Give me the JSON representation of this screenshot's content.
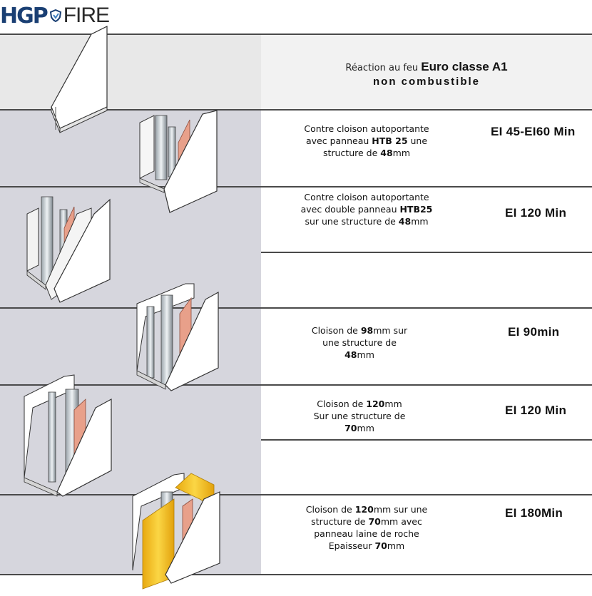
{
  "logo": {
    "brand_left": "HGP",
    "brand_right": "FIRE"
  },
  "header": {
    "prefix": "Réaction au feu ",
    "classe": "Euro classe A1",
    "sub": "non combustible"
  },
  "rows": [
    {
      "parts": [
        {
          "t": "Contre cloison autoportante",
          "b": false
        },
        {
          "br": true
        },
        {
          "t": "avec panneau ",
          "b": false
        },
        {
          "t": "HTB 25",
          "b": true
        },
        {
          "t": " une",
          "b": false
        },
        {
          "br": true
        },
        {
          "t": "structure de ",
          "b": false
        },
        {
          "t": "48",
          "b": true
        },
        {
          "t": "mm",
          "b": false
        }
      ],
      "rating": "EI 45-EI60 Min"
    },
    {
      "parts": [
        {
          "t": "Contre cloison autoportante",
          "b": false
        },
        {
          "br": true
        },
        {
          "t": "avec double panneau ",
          "b": false
        },
        {
          "t": "HTB25",
          "b": true
        },
        {
          "br": true
        },
        {
          "t": "sur une structure de ",
          "b": false
        },
        {
          "t": "48",
          "b": true
        },
        {
          "t": "mm",
          "b": false
        }
      ],
      "rating": "EI 120 Min"
    },
    {
      "parts": [
        {
          "t": "Cloison de ",
          "b": false
        },
        {
          "t": "98",
          "b": true
        },
        {
          "t": "mm sur",
          "b": false
        },
        {
          "br": true
        },
        {
          "t": "une structure de",
          "b": false
        },
        {
          "br": true
        },
        {
          "t": "48",
          "b": true
        },
        {
          "t": "mm",
          "b": false
        }
      ],
      "rating": "EI 90min"
    },
    {
      "parts": [
        {
          "t": "Cloison de ",
          "b": false
        },
        {
          "t": "120",
          "b": true
        },
        {
          "t": "mm",
          "b": false
        },
        {
          "br": true
        },
        {
          "t": "Sur une structure de",
          "b": false
        },
        {
          "br": true
        },
        {
          "t": "70",
          "b": true
        },
        {
          "t": "mm",
          "b": false
        }
      ],
      "rating": "EI 120 Min"
    },
    {
      "parts": [
        {
          "t": "Cloison de ",
          "b": false
        },
        {
          "t": "120",
          "b": true
        },
        {
          "t": "mm sur une",
          "b": false
        },
        {
          "br": true
        },
        {
          "t": "structure de ",
          "b": false
        },
        {
          "t": "70",
          "b": true
        },
        {
          "t": "mm avec",
          "b": false
        },
        {
          "br": true
        },
        {
          "t": "panneau laine de roche",
          "b": false
        },
        {
          "br": true
        },
        {
          "t": "Epaisseur ",
          "b": false
        },
        {
          "t": "70",
          "b": true
        },
        {
          "t": "mm",
          "b": false
        }
      ],
      "rating": "EI 180Min"
    }
  ],
  "colors": {
    "brand_blue": "#1a3f73",
    "insulation_yellow": "#f4c31b",
    "panel_pink": "#e8a08a",
    "band_gray": "#d6d6dd"
  },
  "icons": [
    "shield-icon",
    "wall-single-panel-icon",
    "wall-section-icon",
    "rock-wool-icon"
  ]
}
